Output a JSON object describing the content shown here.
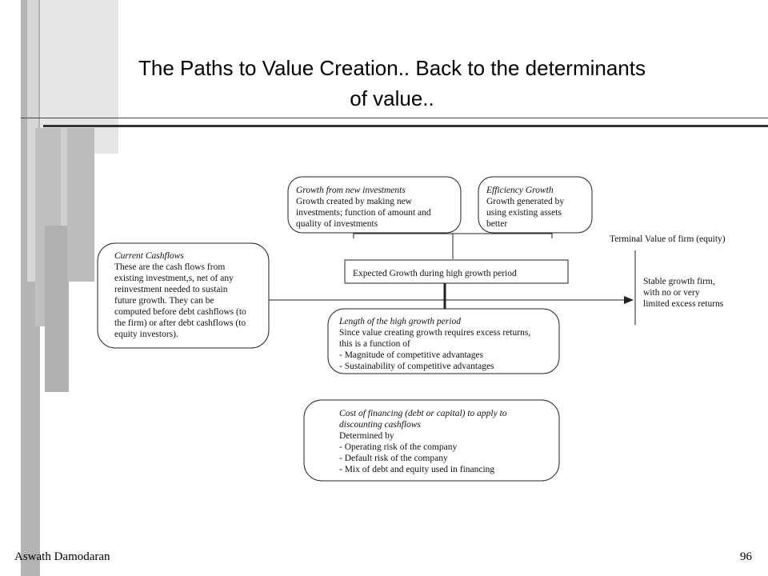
{
  "slide": {
    "title_line1": "The Paths to Value Creation.. Back to the determinants",
    "title_line2": "of value..",
    "author": "Aswath Damodaran",
    "page_number": "96"
  },
  "diagram": {
    "growth_new_investments": {
      "heading": "Growth from new investments",
      "lines": [
        "Growth created by making new",
        "investments; function of amount and",
        "quality of investments"
      ]
    },
    "efficiency_growth": {
      "heading": "Efficiency Growth",
      "lines": [
        "Growth generated by",
        "using existing assets",
        "better"
      ]
    },
    "expected_growth": {
      "label": "Expected Growth during high growth period"
    },
    "current_cashflows": {
      "heading": "Current Cashflows",
      "lines": [
        "These are the cash flows from",
        "existing investment,s, net of any",
        "reinvestment needed to sustain",
        "future growth. They can be",
        "computed before debt cashflows (to",
        "the firm) or after debt cashflows (to",
        "equity investors)."
      ]
    },
    "terminal_value": {
      "label": "Terminal Value of firm (equity)",
      "lines": [
        "Stable growth firm,",
        "with no or very",
        "limited excess returns"
      ]
    },
    "high_growth_length": {
      "heading": "Length of the high growth period",
      "lines": [
        "Since value creating growth requires excess returns,",
        "this is a function of",
        "- Magnitude of competitive advantages",
        "- Sustainability of competitive advantages"
      ]
    },
    "cost_of_financing": {
      "heading_lines": [
        "Cost of financing (debt or capital) to apply to",
        "discounting cashflows"
      ],
      "lines": [
        "Determined by",
        "- Operating risk of the company",
        "- Default risk of the company",
        "- Mix of debt and equity used in financing"
      ]
    }
  },
  "colors": {
    "deco_light": "#e2e2e2",
    "deco_mid": "#c8c8c8",
    "deco_dark": "#a8a8a8",
    "stroke": "#222222"
  }
}
